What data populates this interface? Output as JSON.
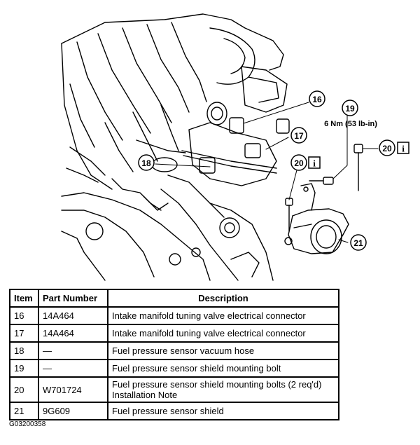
{
  "callouts": {
    "c16": "16",
    "c17": "17",
    "c18": "18",
    "c19": "19",
    "c20a": "20",
    "c20b": "20",
    "c21": "21"
  },
  "torque_spec": "6 Nm (53 lb-in)",
  "info_icon_glyph": "i",
  "table": {
    "headers": {
      "item": "Item",
      "part": "Part Number",
      "desc": "Description"
    },
    "rows": [
      {
        "item": "16",
        "part": "14A464",
        "desc": "Intake manifold tuning valve electrical connector",
        "note": ""
      },
      {
        "item": "17",
        "part": "14A464",
        "desc": "Intake manifold tuning valve electrical connector",
        "note": ""
      },
      {
        "item": "18",
        "part": "—",
        "desc": "Fuel pressure sensor vacuum hose",
        "note": ""
      },
      {
        "item": "19",
        "part": "—",
        "desc": "Fuel pressure sensor shield mounting bolt",
        "note": ""
      },
      {
        "item": "20",
        "part": "W701724",
        "desc": "Fuel pressure sensor shield mounting bolts (2 req'd)",
        "note": "Installation Note"
      },
      {
        "item": "21",
        "part": "9G609",
        "desc": "Fuel pressure sensor shield",
        "note": ""
      }
    ]
  },
  "figure_id": "G03200358"
}
